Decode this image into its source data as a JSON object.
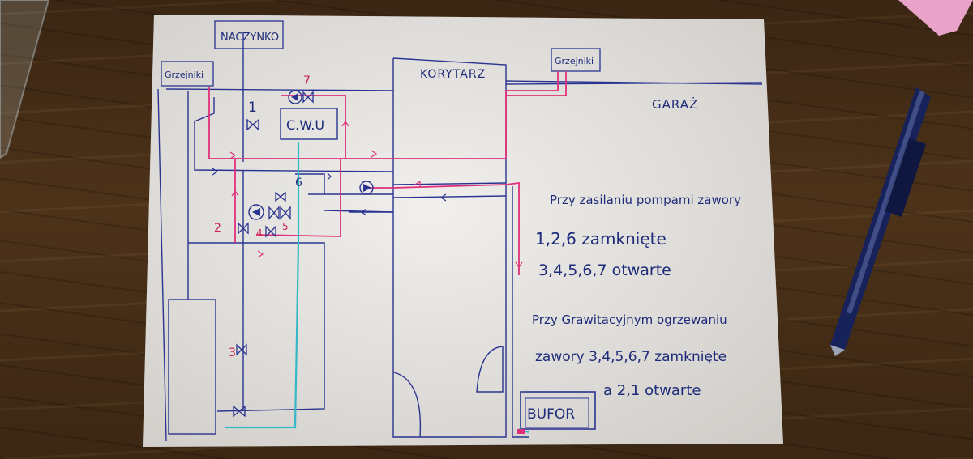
{
  "labels": {
    "naczynko": "NACZYNKO",
    "grzejniki_left": "Grzejniki",
    "grzejniki_right": "Grzejniki",
    "korytarz": "KORYTARZ",
    "garaz": "GARAŻ",
    "cwu": "C.W.U",
    "bufor": "BUFOR"
  },
  "valve_numbers": {
    "v1": "1",
    "v2": "2",
    "v3": "3",
    "v4": "4",
    "v5": "5",
    "v6": "6",
    "v7": "7"
  },
  "notes": {
    "pump_line1": "Przy zasilaniu pompami zawory",
    "pump_line2": "1,2,6 zamknięte",
    "pump_line3": "3,4,5,6,7 otwarte",
    "grav_line1": "Przy Grawitacyjnym ogrzewaniu",
    "grav_line2": "zawory 3,4,5,6,7 zamknięte",
    "grav_line3": "a 2,1 otwarte"
  },
  "colors": {
    "supply_pink": "#e0307a",
    "pipe_blue": "#2a3490",
    "return_cyan": "#35b8c6",
    "valve_red": "#c8234f",
    "paper": "#e9e7e3"
  }
}
